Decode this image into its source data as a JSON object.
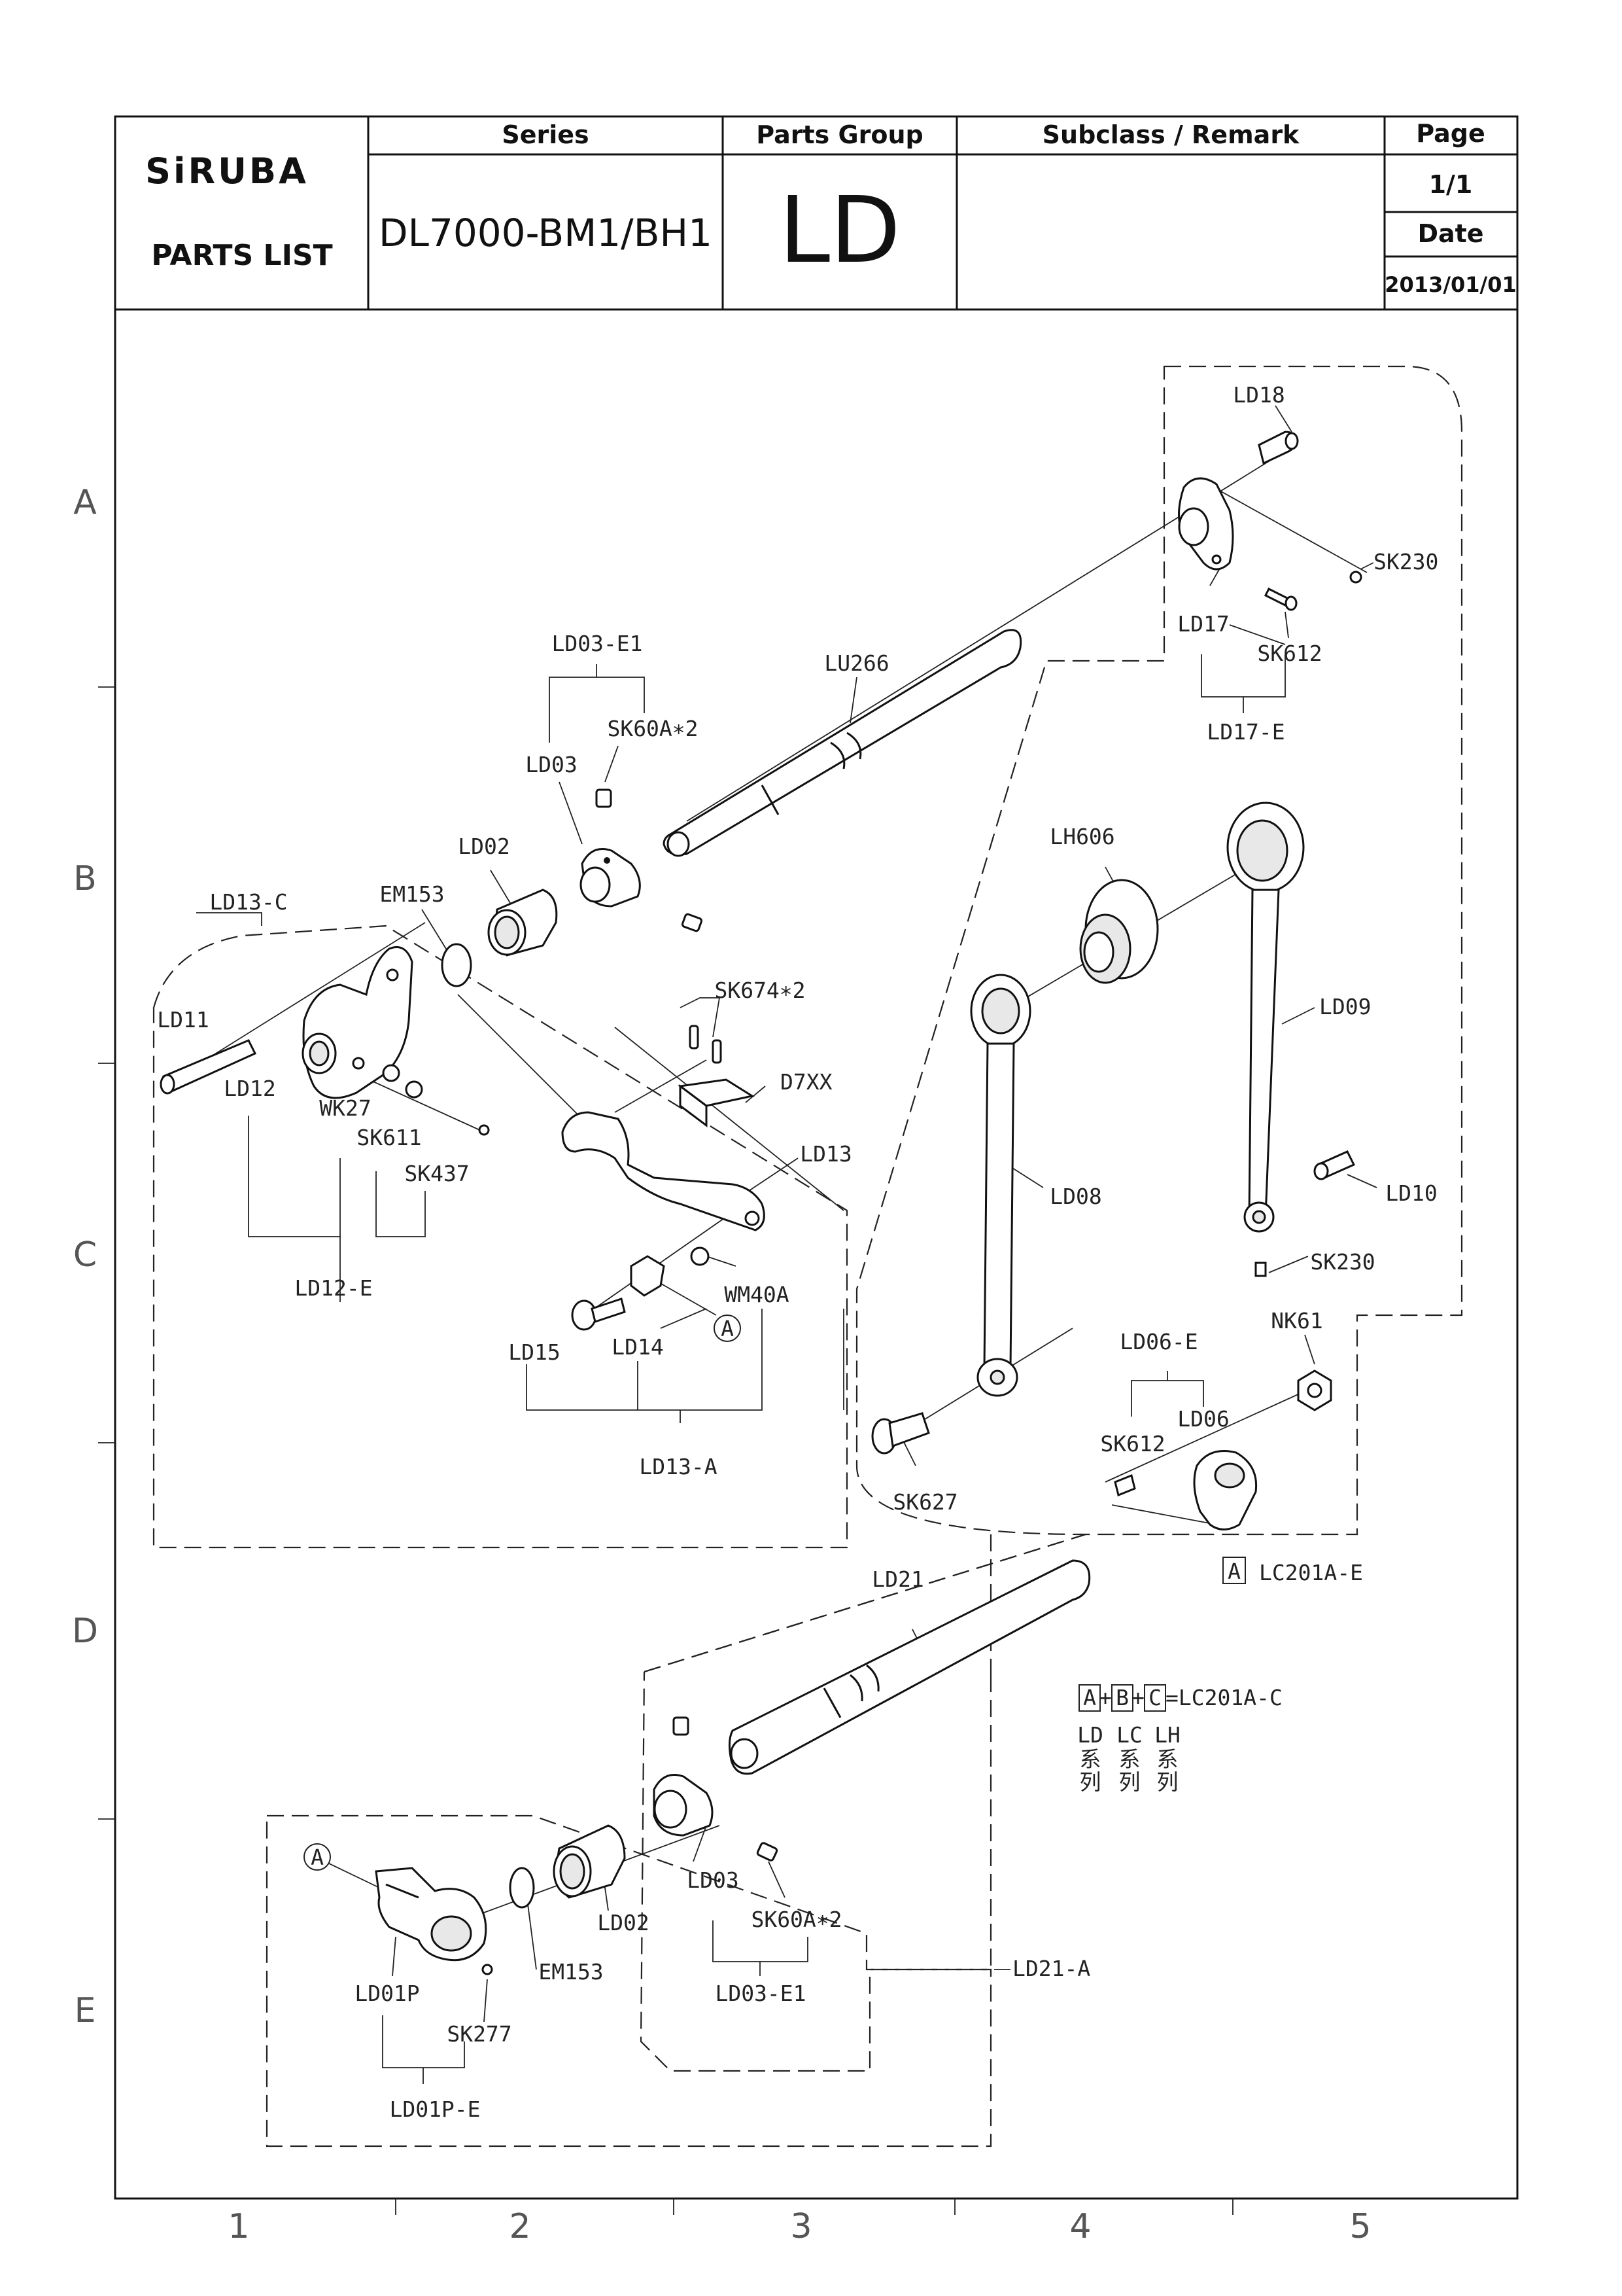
{
  "header": {
    "brand": "SiRUBA",
    "doc_type": "PARTS LIST",
    "series_label": "Series",
    "series_value": "DL7000-BM1/BH1",
    "group_label": "Parts Group",
    "group_value": "LD",
    "subclass_label": "Subclass / Remark",
    "subclass_value": "",
    "page_label": "Page",
    "page_value": "1/1",
    "date_label": "Date",
    "date_value": "2013/01/01"
  },
  "row_markers": [
    "A",
    "B",
    "C",
    "D",
    "E"
  ],
  "col_markers": [
    "1",
    "2",
    "3",
    "4",
    "5"
  ],
  "parts": {
    "ld18": "LD18",
    "sk230_top": "SK230",
    "ld17": "LD17",
    "sk612_top": "SK612",
    "ld17e": "LD17-E",
    "ld03e1_top": "LD03-E1",
    "lu266": "LU266",
    "sk60a_top": "SK60A∗2",
    "ld03_top": "LD03",
    "ld02_top": "LD02",
    "em153_top": "EM153",
    "ld13c": "LD13-C",
    "lh606": "LH606",
    "ld09": "LD09",
    "sk674": "SK674∗2",
    "d7xx": "D7XX",
    "ld11": "LD11",
    "ld12": "LD12",
    "wk27": "WK27",
    "sk611": "SK611",
    "sk437": "SK437",
    "ld13": "LD13",
    "ld08": "LD08",
    "ld10": "LD10",
    "sk230_mid": "SK230",
    "ld12e": "LD12-E",
    "wm40a": "WM40A",
    "ld15": "LD15",
    "ld14": "LD14",
    "nk61": "NK61",
    "ld06e": "LD06-E",
    "ld06": "LD06",
    "sk612_mid": "SK612",
    "sk627": "SK627",
    "ld13a": "LD13-A",
    "lc201ae": "LC201A-E",
    "ld21": "LD21",
    "lc201ac": "=LC201A-C",
    "ld_series": "LD",
    "lc_series": "LC",
    "lh_series": "LH",
    "series_char1": "系",
    "series_char2": "列",
    "ld03_bot": "LD03",
    "ld02_bot": "LD02",
    "em153_bot": "EM153",
    "sk60a_bot": "SK60A∗2",
    "ld03e1_bot": "LD03-E1",
    "ld21a": "LD21-A",
    "ld01p": "LD01P",
    "sk277": "SK277",
    "ld01pe": "LD01P-E"
  },
  "boxed_letters": {
    "a": "A",
    "b": "B",
    "c": "C"
  }
}
